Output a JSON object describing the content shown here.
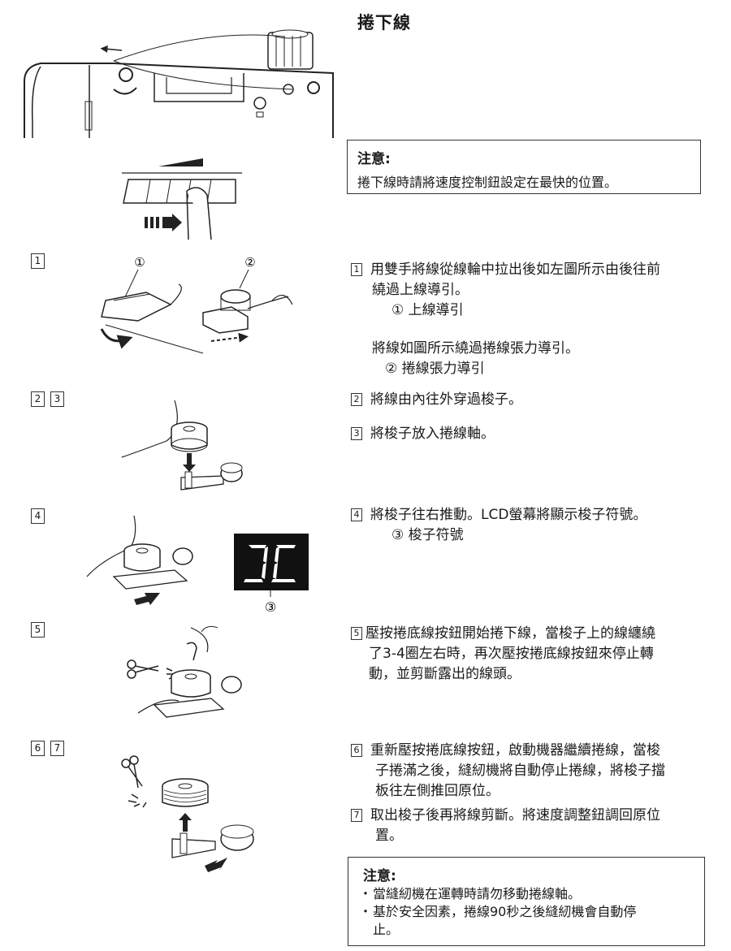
{
  "title": "捲下線",
  "note_top": {
    "heading": "注意:",
    "text": "捲下線時請將速度控制鈕設定在最快的位置。"
  },
  "step_labels": {
    "s1": [
      "1"
    ],
    "s23": [
      "2",
      "3"
    ],
    "s4": [
      "4"
    ],
    "s5": [
      "5"
    ],
    "s67": [
      "6",
      "7"
    ]
  },
  "callouts": {
    "c1": "①",
    "c2": "②",
    "c3": "③"
  },
  "steps": {
    "step1": {
      "num": "1",
      "line1": "用雙手將線從線輪中拉出後如左圖所示由後往前",
      "line2": "繞過上線導引。",
      "sub1": "① 上線導引",
      "line3": "將線如圖所示繞過捲線張力導引。",
      "sub2": "② 捲線張力導引"
    },
    "step2": {
      "num": "2",
      "text": "將線由內往外穿過梭子。"
    },
    "step3": {
      "num": "3",
      "text": "將梭子放入捲線軸。"
    },
    "step4": {
      "num": "4",
      "text": "將梭子往右推動。LCD螢幕將顯示梭子符號。",
      "sub": "③ 梭子符號"
    },
    "step5": {
      "num": "5",
      "line1": "壓按捲底線按鈕開始捲下線，當梭子上的線纏繞",
      "line2": "了3-4圈左右時，再次壓按捲底線按鈕來停止轉",
      "line3": "動，並剪斷露出的線頭。"
    },
    "step6": {
      "num": "6",
      "line1": "重新壓按捲底線按鈕，啟動機器繼續捲線，當梭",
      "line2": "子捲滿之後，縫紉機將自動停止捲線，將梭子擋",
      "line3": "板往左側推回原位。"
    },
    "step7": {
      "num": "7",
      "line1": "取出梭子後再將線剪斷。將速度調整鈕調回原位",
      "line2": "置。"
    }
  },
  "note_bottom": {
    "heading": "注意:",
    "bullet": "・",
    "item1": "當縫紉機在運轉時請勿移動捲線軸。",
    "item2_line1": "基於安全因素，捲線90秒之後縫紉機會自動停",
    "item2_line2": "止。"
  },
  "colors": {
    "ink": "#1a1a1a",
    "lcd_bg": "#111111"
  },
  "icons": {
    "machine": "sewing-machine-top-illustration",
    "speed": "speed-slider-illustration",
    "arrow": "push-arrow-icon",
    "scissors": "scissors-icon",
    "lcd": "lcd-bobbin-symbol"
  }
}
